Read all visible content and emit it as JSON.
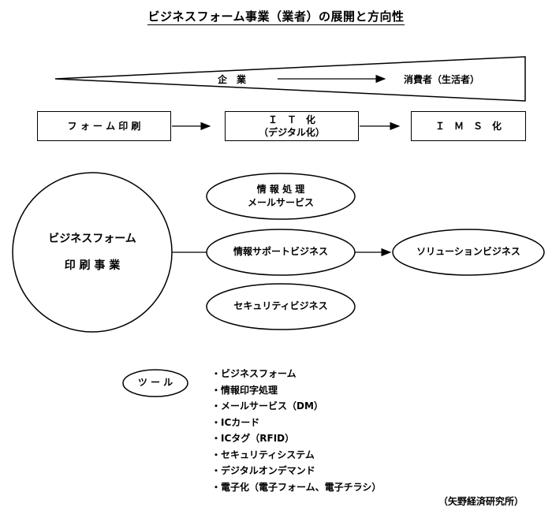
{
  "title": "ビジネスフォーム事業（業者）の展開と方向性",
  "wedge": {
    "from_label": "企　業",
    "to_label": "消費者（生活者）"
  },
  "stages": [
    {
      "line1": "フ ォ ー ム 印 刷",
      "line2": ""
    },
    {
      "line1": "Ｉ　Ｔ　化",
      "line2": "（デジタル化）"
    },
    {
      "line1": "Ｉ　Ｍ　Ｓ　化",
      "line2": ""
    }
  ],
  "core": {
    "line1": "ビジネスフォーム",
    "line2": "印 刷 事 業"
  },
  "branches": [
    {
      "line1": "情 報 処 理",
      "line2": "メールサービス"
    },
    {
      "line1": "情報サポートビジネス",
      "line2": ""
    },
    {
      "line1": "セキュリティビジネス",
      "line2": ""
    }
  ],
  "solution": "ソリューションビジネス",
  "tools": {
    "label": "ツ ー ル",
    "items": [
      "・ビジネスフォーム",
      "・情報印字処理",
      "・メールサービス（DM）",
      "・ICカード",
      "・ICタグ（RFID）",
      "・セキュリティシステム",
      "・デジタルオンデマンド",
      "・電子化（電子フォーム、電子チラシ）"
    ]
  },
  "source": "（矢野経済研究所）"
}
